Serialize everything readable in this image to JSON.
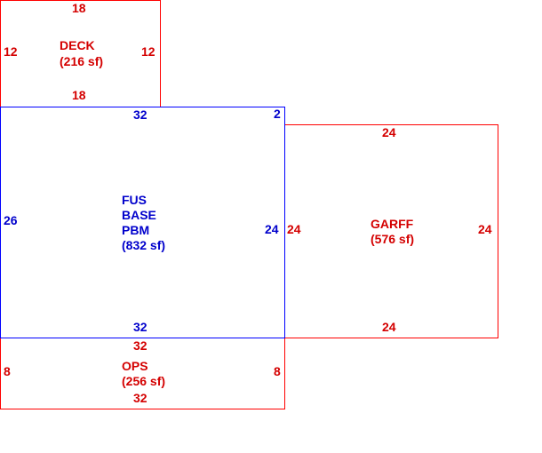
{
  "areas": {
    "deck": {
      "name": "DECK",
      "area": "(216 sf)",
      "top": "18",
      "bottom": "18",
      "left": "12",
      "right": "12",
      "color": "#ff0000"
    },
    "base": {
      "name_lines": [
        "FUS",
        "BASE",
        "PBM"
      ],
      "area": "(832 sf)",
      "top": "32",
      "top_right": "2",
      "bottom": "32",
      "left": "26",
      "right": "24",
      "color": "#0000ff"
    },
    "garage": {
      "name": "GARFF",
      "area": "(576 sf)",
      "top": "24",
      "bottom": "24",
      "left": "24",
      "right": "24",
      "color": "#ff0000"
    },
    "ops": {
      "name": "OPS",
      "area": "(256 sf)",
      "top": "32",
      "bottom": "32",
      "left": "8",
      "right": "8",
      "color": "#ff0000"
    }
  }
}
